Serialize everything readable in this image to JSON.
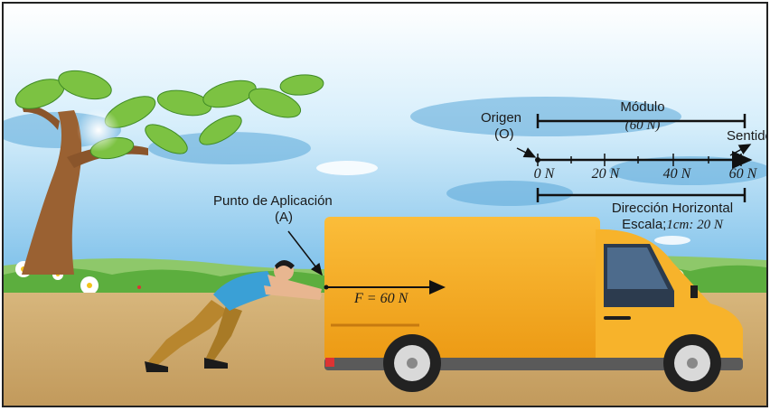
{
  "labels": {
    "origin": "Origen",
    "origin_symbol": "(O)",
    "modulus": "Módulo",
    "modulus_value": "(60 N)",
    "direction_sense": "Sentido",
    "point_of_application": "Punto de Aplicación",
    "point_symbol": "(A)",
    "force": "F = 60 N",
    "direction": "Dirección Horizontal",
    "scale_prefix": "Escala;",
    "scale_value": "1cm: 20 N"
  },
  "scale_ticks": [
    "0 N",
    "20 N",
    "40 N",
    "60 N"
  ],
  "colors": {
    "sky": "#8ec9ee",
    "ground": "#c9a56a",
    "grass": "#6ab84a",
    "van_body": "#f5a81c",
    "van_cab": "#f7b32b",
    "shirt": "#3aa0d6",
    "pants": "#b8862e",
    "leaves": "#7cc242",
    "trunk": "#9a6132"
  }
}
